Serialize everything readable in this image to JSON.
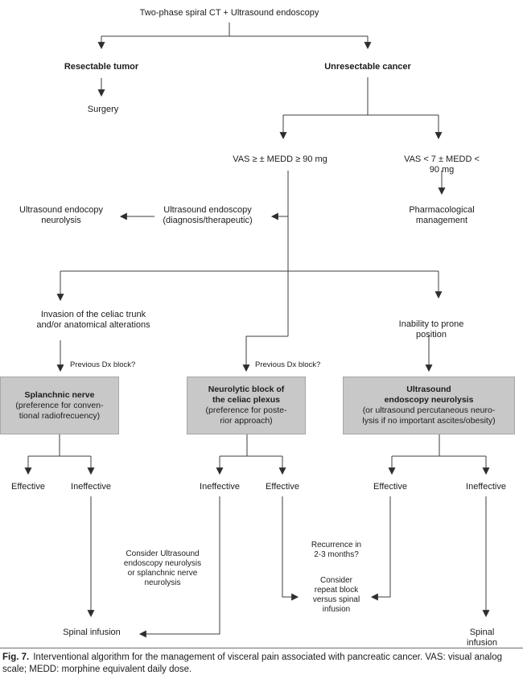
{
  "colors": {
    "background": "#ffffff",
    "text": "#1c1c1c",
    "line": "#3e3e3e",
    "box_fill": "#c8c8c8",
    "box_border": "#a6a6a6"
  },
  "nodes": {
    "title": "Two-phase spiral CT + Ultrasound endoscopy",
    "resectable": "Resectable tumor",
    "unresectable": "Unresectable cancer",
    "surgery": "Surgery",
    "vas_high": "VAS ≥ ± MEDD ≥ 90 mg",
    "vas_low": "VAS < 7 ± MEDD < 90 mg",
    "pharmacological": "Pharmacological\nmanagement",
    "us_endoscopy_diag": "Ultrasound endoscopy\n(diagnosis/therapeutic)",
    "us_endocopy_neurolysis": "Ultrasound endocopy\nneurolysis",
    "invasion": "Invasion of the celiac trunk\nand/or anatomical alterations",
    "inability": "Inability to prone position",
    "previous_dx_left": "Previous Dx block?",
    "previous_dx_mid": "Previous Dx block?",
    "consider_us": "Consider Ultrasound\nendoscopy neurolysis\nor splanchnic nerve\nneurolysis",
    "recurrence": "Recurrence in\n2-3 months?",
    "consider_repeat": "Consider\nrepeat block\nversus spinal\ninfusion",
    "spinal_left": "Spinal infusion",
    "spinal_right": "Spinal infusion"
  },
  "outcomes": {
    "splanchnic": [
      "Effective",
      "Ineffective"
    ],
    "neurolytic": [
      "Ineffective",
      "Effective"
    ],
    "us_neurolysis": [
      "Effective",
      "Ineffective"
    ]
  },
  "boxes": {
    "splanchnic": {
      "title": "Splanchnic nerve",
      "detail": "(preference for conven-\ntional radiofrecuency)"
    },
    "neurolytic": {
      "title": "Neurolytic block of\nthe celiac plexus",
      "detail": "(preference for poste-\nrior approach)"
    },
    "us_neurolysis": {
      "title": "Ultrasound\nendoscopy neurolysis",
      "detail": "(or ultrasound percutaneous neuro-\nlysis if no important ascites/obesity)"
    }
  },
  "caption": {
    "label": "Fig. 7.",
    "text": "Interventional algorithm for the management of visceral pain associated with pancreatic cancer. VAS: visual analog scale; MEDD: morphine equivalent daily dose."
  }
}
